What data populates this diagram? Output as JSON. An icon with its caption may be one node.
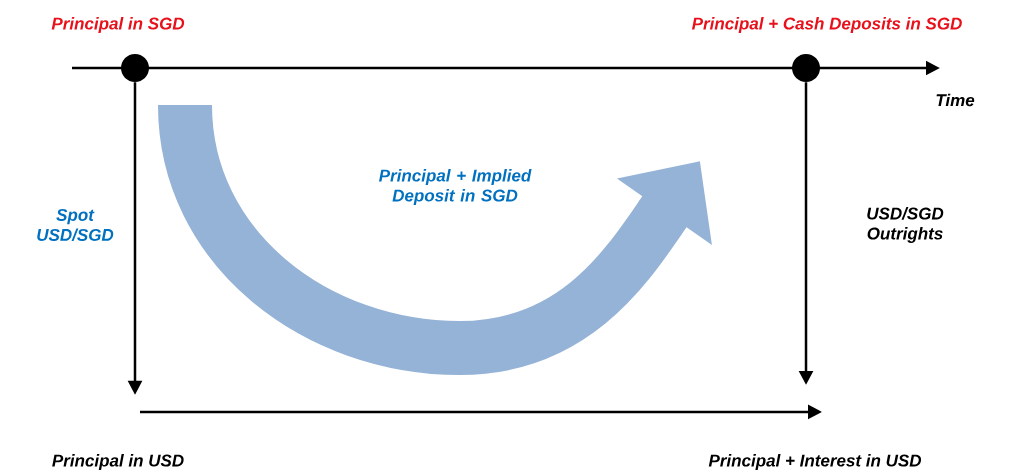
{
  "diagram": {
    "nodes": [
      {
        "text": [
          "Principal in SGD"
        ]
      },
      {
        "text": [],
        "shape": "circle"
      },
      {
        "text": [
          "Principal + Cash Deposits in SGD"
        ]
      },
      {
        "text": [],
        "shape": "circle"
      },
      {
        "text": [
          "Principal in USD"
        ]
      },
      {
        "text": [
          "Principal + Interest in USD"
        ]
      }
    ],
    "edges": [
      {
        "from": 1,
        "to": 4,
        "arrow": "to",
        "label": "Spot USD/SGD"
      },
      {
        "from": 3,
        "to": 5,
        "arrow": "to",
        "label": "USD/SGD Outrights"
      },
      {
        "from": 4,
        "to": 5,
        "arrow": "to"
      }
    ],
    "labels": [
      "Time",
      "Principal + Implied Deposit in SGD"
    ]
  }
}
